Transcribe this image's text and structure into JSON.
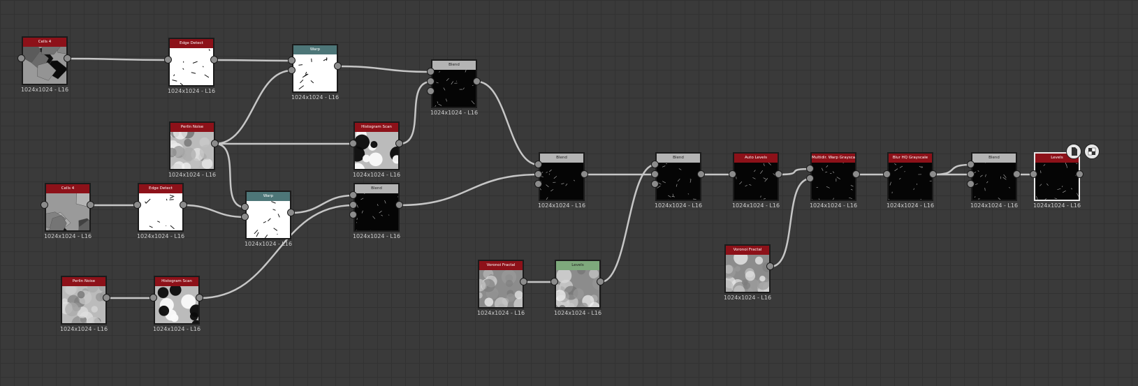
{
  "graph": {
    "nodes": [
      {
        "id": "cells4_a",
        "title": "Cells 4",
        "header": "red",
        "res": "1024x1024 - L16",
        "thumb": "cells",
        "selected": false
      },
      {
        "id": "edge_a",
        "title": "Edge Detect",
        "header": "red",
        "res": "1024x1024 - L16",
        "thumb": "lines",
        "selected": false
      },
      {
        "id": "warp_a",
        "title": "Warp",
        "header": "teal",
        "res": "1024x1024 - L16",
        "thumb": "lines",
        "selected": false
      },
      {
        "id": "blend_a",
        "title": "Blend",
        "header": "gray",
        "res": "1024x1024 - L16",
        "thumb": "black",
        "selected": false
      },
      {
        "id": "perlin_a",
        "title": "Perlin Noise",
        "header": "red",
        "res": "1024x1024 - L16",
        "thumb": "noise",
        "selected": false
      },
      {
        "id": "hist_a",
        "title": "Histogram Scan",
        "header": "red",
        "res": "1024x1024 - L16",
        "thumb": "blobs",
        "selected": false
      },
      {
        "id": "cells4_b",
        "title": "Cells 4",
        "header": "red",
        "res": "1024x1024 - L16",
        "thumb": "cells",
        "selected": false
      },
      {
        "id": "edge_b",
        "title": "Edge Detect",
        "header": "red",
        "res": "1024x1024 - L16",
        "thumb": "lines",
        "selected": false
      },
      {
        "id": "warp_b",
        "title": "Warp",
        "header": "teal",
        "res": "1024x1024 - L16",
        "thumb": "lines",
        "selected": false
      },
      {
        "id": "blend_b",
        "title": "Blend",
        "header": "gray",
        "res": "1024x1024 - L16",
        "thumb": "black",
        "selected": false
      },
      {
        "id": "perlin_b",
        "title": "Perlin Noise",
        "header": "red",
        "res": "1024x1024 - L16",
        "thumb": "noise",
        "selected": false
      },
      {
        "id": "hist_b",
        "title": "Histogram Scan",
        "header": "red",
        "res": "1024x1024 - L16",
        "thumb": "blobs",
        "selected": false
      },
      {
        "id": "blend_c",
        "title": "Blend",
        "header": "gray",
        "res": "1024x1024 - L16",
        "thumb": "black",
        "selected": false
      },
      {
        "id": "voronoi_a",
        "title": "Voronoi Fractal",
        "header": "red",
        "res": "1024x1024 - L16",
        "thumb": "cloud",
        "selected": false
      },
      {
        "id": "levels_a",
        "title": "Levels",
        "header": "green",
        "res": "1024x1024 - L16",
        "thumb": "cloud",
        "selected": false
      },
      {
        "id": "blend_d",
        "title": "Blend",
        "header": "gray",
        "res": "1024x1024 - L16",
        "thumb": "black",
        "selected": false
      },
      {
        "id": "autolevels",
        "title": "Auto Levels",
        "header": "red",
        "res": "1024x1024 - L16",
        "thumb": "black",
        "selected": false
      },
      {
        "id": "multidir",
        "title": "Multidir. Warp Grayscale",
        "header": "red",
        "res": "1024x1024 - L16",
        "thumb": "black",
        "selected": false
      },
      {
        "id": "voronoi_b",
        "title": "Voronoi Fractal",
        "header": "red",
        "res": "1024x1024 - L16",
        "thumb": "cloud",
        "selected": false
      },
      {
        "id": "blurhq",
        "title": "Blur HQ Grayscale",
        "header": "red",
        "res": "1024x1024 - L16",
        "thumb": "black",
        "selected": false
      },
      {
        "id": "blend_e",
        "title": "Blend",
        "header": "gray",
        "res": "1024x1024 - L16",
        "thumb": "black",
        "selected": false
      },
      {
        "id": "levels_b",
        "title": "Levels",
        "header": "red",
        "res": "1024x1024 - L16",
        "thumb": "black",
        "selected": true
      }
    ],
    "connections": [
      [
        "cells4_a",
        "edge_a",
        0
      ],
      [
        "edge_a",
        "warp_a",
        0
      ],
      [
        "perlin_a",
        "warp_a",
        1
      ],
      [
        "warp_a",
        "blend_a",
        0
      ],
      [
        "hist_a",
        "blend_a",
        1
      ],
      [
        "perlin_a",
        "hist_a",
        0
      ],
      [
        "perlin_a",
        "warp_b",
        0
      ],
      [
        "cells4_b",
        "edge_b",
        0
      ],
      [
        "edge_b",
        "warp_b",
        1
      ],
      [
        "warp_b",
        "blend_b",
        0
      ],
      [
        "hist_b",
        "blend_b",
        1
      ],
      [
        "perlin_b",
        "hist_b",
        0
      ],
      [
        "blend_a",
        "blend_c",
        0
      ],
      [
        "blend_b",
        "blend_c",
        1
      ],
      [
        "voronoi_a",
        "levels_a",
        0
      ],
      [
        "blend_c",
        "blend_d",
        1
      ],
      [
        "levels_a",
        "blend_d",
        0
      ],
      [
        "blend_d",
        "autolevels",
        0
      ],
      [
        "autolevels",
        "multidir",
        0
      ],
      [
        "voronoi_b",
        "multidir",
        1
      ],
      [
        "multidir",
        "blurhq",
        0
      ],
      [
        "blurhq",
        "blend_e",
        0
      ],
      [
        "blurhq",
        "blend_e",
        1
      ],
      [
        "blend_e",
        "levels_b",
        0
      ]
    ],
    "toolbar_icons": [
      "document-icon",
      "checker-icon"
    ]
  }
}
